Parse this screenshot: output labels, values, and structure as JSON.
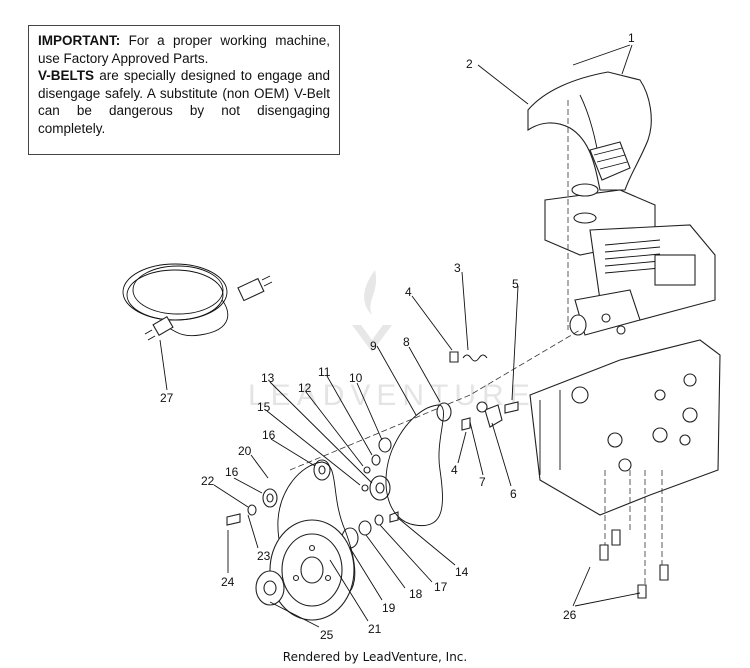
{
  "notice": {
    "important_heading": "IMPORTANT:",
    "important_text": " For a proper working machine, use Factory Approved Parts.",
    "vbelts_heading": "V-BELTS",
    "vbelts_text": " are specially designed to engage and disengage safely. A substitute (non OEM) V-Belt can be dangerous by not disengaging completely."
  },
  "callouts": [
    "1",
    "2",
    "3",
    "4",
    "5",
    "8",
    "9",
    "10",
    "11",
    "12",
    "13",
    "15",
    "16",
    "20",
    "16",
    "22",
    "23",
    "24",
    "21",
    "25",
    "19",
    "18",
    "17",
    "14",
    "7",
    "6",
    "4",
    "26",
    "27"
  ],
  "watermark": "LEADVENTURE",
  "footer": "Rendered by LeadVenture, Inc."
}
